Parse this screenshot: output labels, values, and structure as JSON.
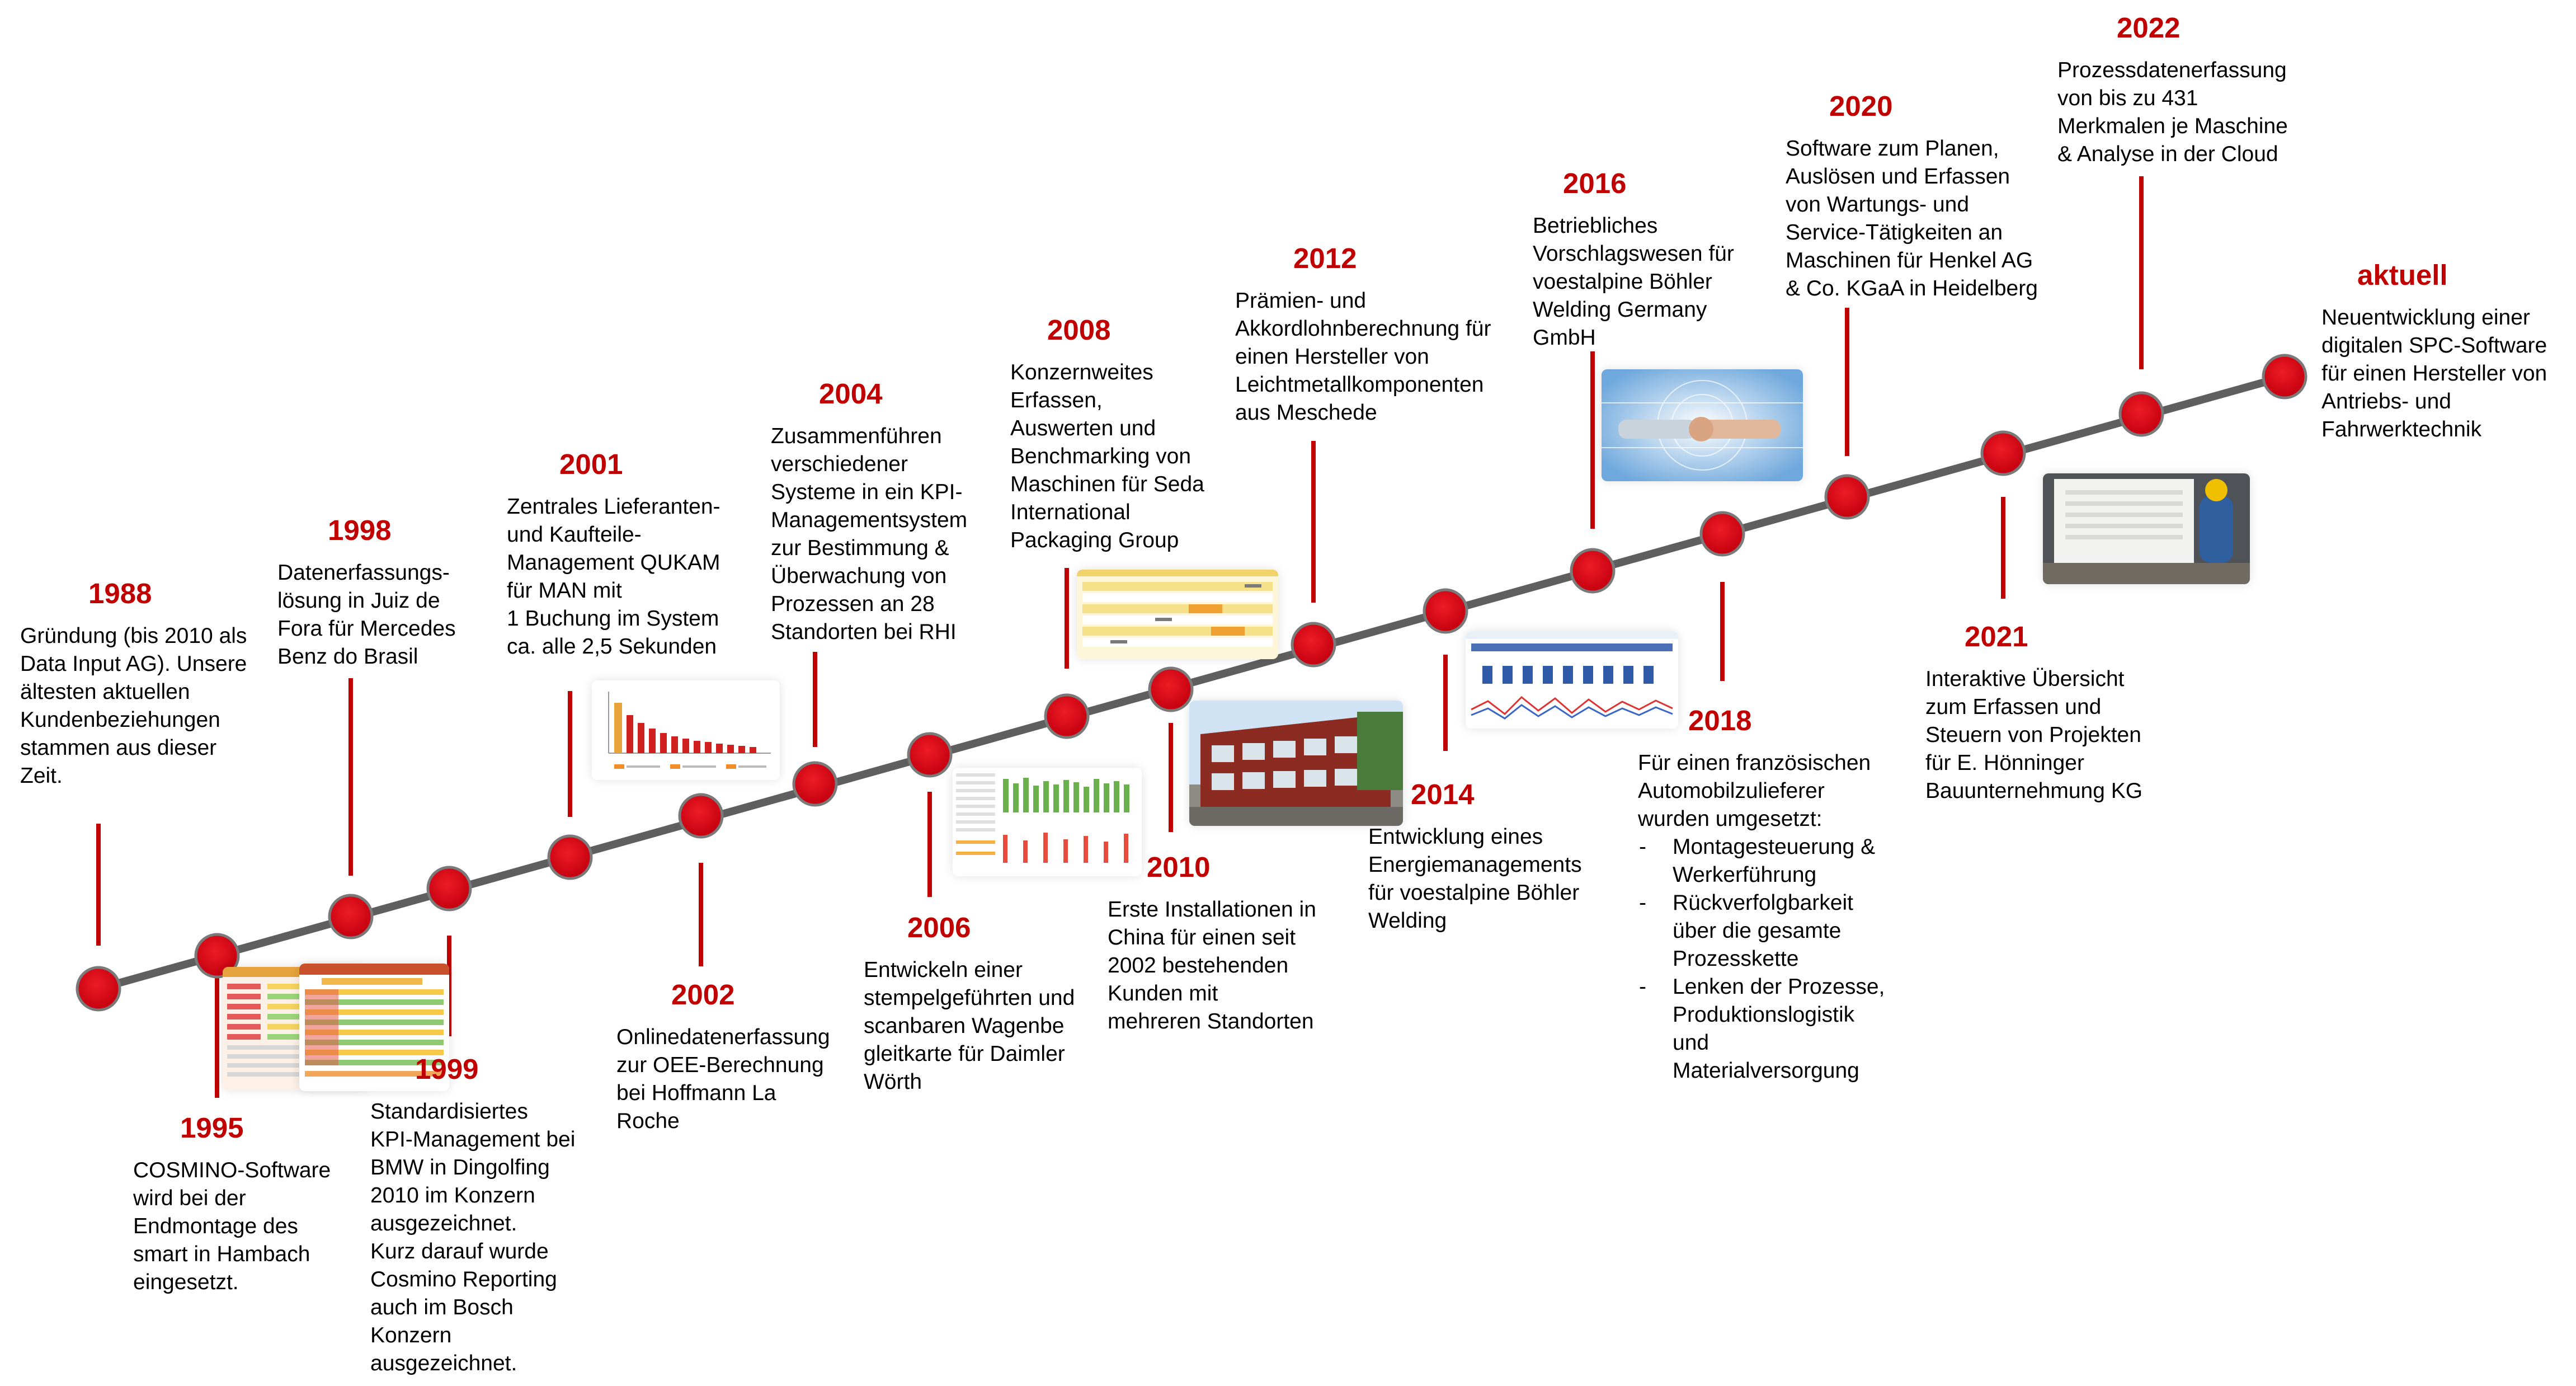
{
  "colors": {
    "accent": "#c00000",
    "node": "#d90012",
    "line": "#5f5f5f"
  },
  "events": [
    {
      "id": "e1988",
      "year": "1988",
      "lines": [
        "Gründung (bis 2010 als",
        "Data Input AG). Unsere",
        "ältesten aktuellen",
        "Kundenbeziehungen",
        "stammen aus dieser",
        "Zeit."
      ]
    },
    {
      "id": "e1995",
      "year": "1995",
      "lines": [
        "COSMINO-Software",
        "wird bei der",
        "Endmontage des",
        "smart in Hambach",
        "eingesetzt."
      ]
    },
    {
      "id": "e1998",
      "year": "1998",
      "lines": [
        "Datenerfassungs-",
        "lösung in Juiz de",
        "Fora für Mercedes",
        "Benz do Brasil"
      ]
    },
    {
      "id": "e1999",
      "year": "1999",
      "lines": [
        "Standardisiertes",
        "KPI-Management bei",
        "BMW in Dingolfing",
        "2010 im Konzern",
        "ausgezeichnet.",
        "Kurz darauf wurde",
        "Cosmino Reporting",
        "auch im Bosch",
        "Konzern",
        "ausgezeichnet."
      ]
    },
    {
      "id": "e2001",
      "year": "2001",
      "lines": [
        "Zentrales Lieferanten-",
        "und Kaufteile-",
        "Management QUKAM",
        "für MAN mit",
        "1 Buchung im System",
        "ca. alle 2,5 Sekunden"
      ]
    },
    {
      "id": "e2002",
      "year": "2002",
      "lines": [
        "Onlinedatenerfassung",
        "zur OEE-Berechnung",
        "bei Hoffmann La",
        "Roche"
      ]
    },
    {
      "id": "e2004",
      "year": "2004",
      "lines": [
        "Zusammenführen",
        "verschiedener",
        "Systeme in ein KPI-",
        "Managementsystem",
        "zur Bestimmung &",
        "Überwachung von",
        "Prozessen an 28",
        "Standorten bei RHI"
      ]
    },
    {
      "id": "e2006",
      "year": "2006",
      "lines": [
        "Entwickeln einer",
        "stempelgeführten und",
        "scanbaren  Wagenbe",
        "gleitkarte für Daimler",
        "Wörth"
      ]
    },
    {
      "id": "e2008",
      "year": "2008",
      "lines": [
        "Konzernweites",
        "Erfassen,",
        "Auswerten und",
        "Benchmarking von",
        "Maschinen für Seda",
        "International",
        "Packaging Group"
      ]
    },
    {
      "id": "e2010",
      "year": "2010",
      "lines": [
        "Erste Installationen in",
        "China für einen seit",
        "2002 bestehenden",
        "Kunden mit",
        "mehreren Standorten"
      ]
    },
    {
      "id": "e2012",
      "year": "2012",
      "lines": [
        "Prämien- und",
        "Akkordlohnberechnung für",
        "einen Hersteller von",
        "Leichtmetallkomponenten",
        "aus Meschede"
      ]
    },
    {
      "id": "e2014",
      "year": "2014",
      "lines": [
        "Entwicklung eines",
        "Energiemanagements",
        "für voestalpine Böhler",
        "Welding"
      ]
    },
    {
      "id": "e2016",
      "year": "2016",
      "lines": [
        "Betriebliches",
        "Vorschlagswesen für",
        "voestalpine Böhler",
        "Welding Germany",
        "GmbH"
      ]
    },
    {
      "id": "e2018",
      "year": "2018",
      "lines": [
        "Für einen französischen",
        "Automobilzulieferer",
        "wurden umgesetzt:"
      ],
      "bullets": [
        [
          "Montagesteuerung &",
          "Werkerführung"
        ],
        [
          "Rückverfolgbarkeit",
          "über die gesamte",
          "Prozesskette"
        ],
        [
          "Lenken der Prozesse,",
          "Produktionslogistik",
          "und",
          "Materialversorgung"
        ]
      ]
    },
    {
      "id": "e2020",
      "year": "2020",
      "lines": [
        "Software zum Planen,",
        "Auslösen und Erfassen",
        "von Wartungs- und",
        "Service-Tätigkeiten an",
        "Maschinen für Henkel AG",
        "& Co. KGaA in Heidelberg"
      ]
    },
    {
      "id": "e2021",
      "year": "2021",
      "lines": [
        "Interaktive Übersicht",
        "zum Erfassen und",
        "Steuern von Projekten",
        "für E. Hönninger",
        "Bauunternehmung KG"
      ]
    },
    {
      "id": "e2022",
      "year": "2022",
      "lines": [
        "Prozessdatenerfassung",
        "von bis zu 431",
        "Merkmalen je Maschine",
        "& Analyse in der Cloud"
      ]
    },
    {
      "id": "eaktuell",
      "year": "aktuell",
      "lines": [
        "Neuentwicklung einer",
        "digitalen SPC-Software",
        "für einen Hersteller von",
        "Antriebs- und",
        "Fahrwerktechnik"
      ]
    }
  ]
}
